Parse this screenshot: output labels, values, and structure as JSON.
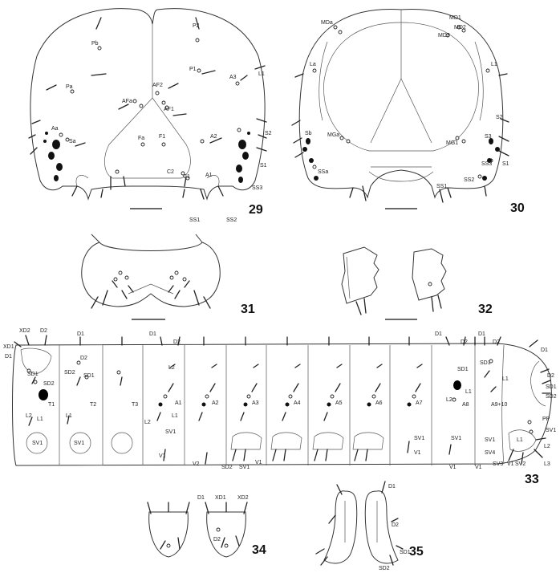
{
  "figures": {
    "f29": "29",
    "f30": "30",
    "f31": "31",
    "f32": "32",
    "f33": "33",
    "f34": "34",
    "f35": "35"
  },
  "fig29_labels": {
    "Pb": "Pb",
    "Pa": "Pa",
    "Aa": "Aa",
    "Sa": "Sa",
    "AFa": "AFa",
    "Fa": "Fa",
    "P2": "P2",
    "P1": "P1",
    "L1": "L1",
    "AF2": "AF2",
    "AF1": "AF1",
    "A3": "A3",
    "F1": "F1",
    "A2": "A2",
    "S2": "S2",
    "S1": "S1",
    "C2": "C2",
    "C1": "C1",
    "A1": "A1",
    "SS3": "SS3",
    "SS1": "SS1",
    "SS2": "SS2"
  },
  "fig30_labels": {
    "MDa": "MDa",
    "La": "La",
    "MGa": "MGa",
    "Sb": "Sb",
    "SSa": "SSa",
    "MD1": "MD1",
    "MD2": "MD2",
    "MD3": "MD3",
    "L1": "L1",
    "S2": "S2",
    "MG1": "MG1",
    "S3": "S3",
    "SS3": "SS3",
    "S1": "S1",
    "SS2": "SS2",
    "SS1": "SS1"
  },
  "fig33_labels": {
    "XD2": "XD2",
    "D2a": "D2",
    "XD1": "XD1",
    "D1a": "D1",
    "SD1a": "SD1",
    "SD2a": "SD2",
    "T1": "T1",
    "L2a": "L2",
    "L1a": "L1",
    "SV1a": "SV1",
    "D1b": "D1",
    "D2b": "D2",
    "SD2b": "SD2",
    "SD1b": "SD1",
    "T2": "T2",
    "L1b": "L1",
    "SV1b": "SV1",
    "T3": "T3",
    "D1c": "D1",
    "D2c": "D2",
    "L2c": "L2",
    "A1": "A1",
    "L2d": "L2",
    "L1d": "L1",
    "SV1d": "SV1",
    "V1d": "V1",
    "A2": "A2",
    "V2": "V2",
    "A3": "A3",
    "SD2e": "SD2",
    "SV1e": "SV1",
    "V1e": "V1",
    "A4": "A4",
    "A5": "A5",
    "A6": "A6",
    "A7": "A7",
    "SV1g": "SV1",
    "V1g": "V1",
    "D1h": "D1",
    "D2h": "D2",
    "SD1h": "SD1",
    "L1h": "L1",
    "L2h": "L2",
    "A8": "A8",
    "SV1h": "SV1",
    "V1h": "V1",
    "D1i": "D1",
    "D2i": "D2",
    "SD1i": "SD1",
    "L1i": "L1",
    "A910": "A9+10",
    "SV1i": "SV1",
    "SV4": "SV4",
    "SV3": "SV3",
    "V1i": "V1",
    "SV2": "SV2",
    "V1j": "V1",
    "D1k": "D1",
    "D2k": "D2",
    "SD1k": "SD1",
    "SD2k": "SD2",
    "PP": "PP",
    "SV1k": "SV1",
    "L1k": "L1",
    "L2k": "L2",
    "L3": "L3"
  },
  "fig34_labels": {
    "D1": "D1",
    "XD1": "XD1",
    "XD2": "XD2",
    "D2": "D2"
  },
  "fig35_labels": {
    "D1": "D1",
    "D2": "D2",
    "SD1": "SD1",
    "SD2": "SD2"
  }
}
